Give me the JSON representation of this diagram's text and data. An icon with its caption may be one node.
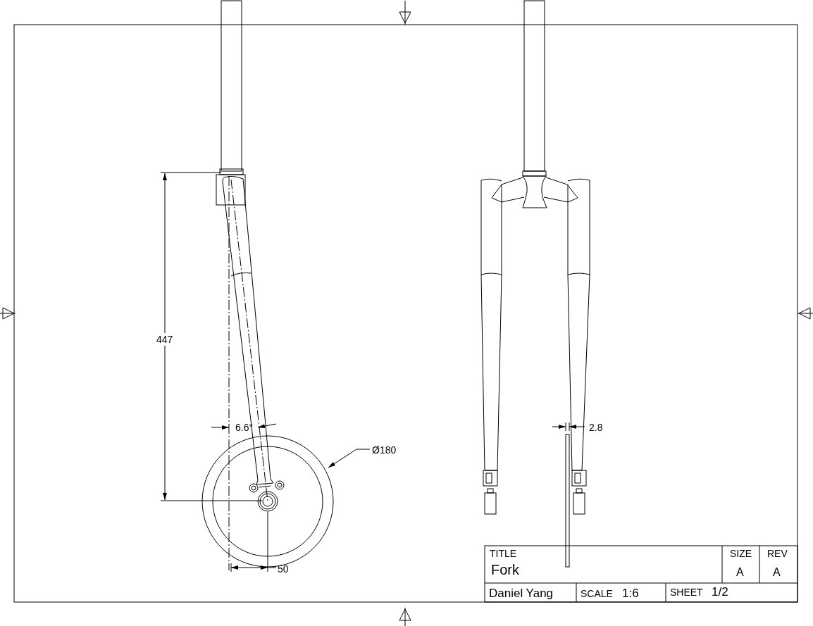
{
  "diagram": {
    "labels": [
      "447",
      "6.6°",
      "Ø180",
      "50",
      "2.8",
      "TITLE",
      "Fork",
      "SIZE",
      "REV",
      "A",
      "A",
      "Daniel Yang",
      "SCALE",
      "1:6",
      "SHEET",
      "1/2"
    ]
  }
}
